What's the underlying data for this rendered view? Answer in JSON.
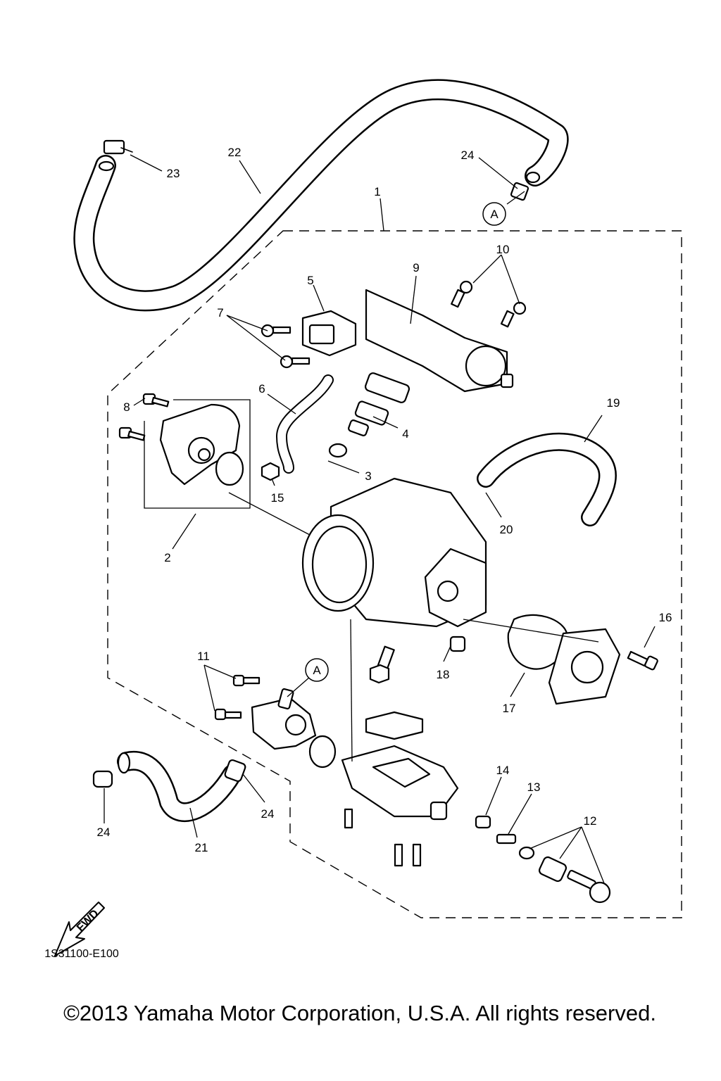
{
  "diagram": {
    "part_code": "1S31100-E100",
    "copyright": "©2013 Yamaha Motor Corporation, U.S.A. All rights reserved.",
    "fwd_label": "FWD",
    "callouts": {
      "c1": "1",
      "c2": "2",
      "c3": "3",
      "c4": "4",
      "c5": "5",
      "c6": "6",
      "c7": "7",
      "c8": "8",
      "c9": "9",
      "c10": "10",
      "c11": "11",
      "c12": "12",
      "c13": "13",
      "c14": "14",
      "c15": "15",
      "c16": "16",
      "c17": "17",
      "c18": "18",
      "c19": "19",
      "c20": "20",
      "c21": "21",
      "c22": "22",
      "c23": "23",
      "c24a": "24",
      "c24b": "24",
      "c24c": "24",
      "markA1": "A",
      "markA2": "A"
    }
  }
}
